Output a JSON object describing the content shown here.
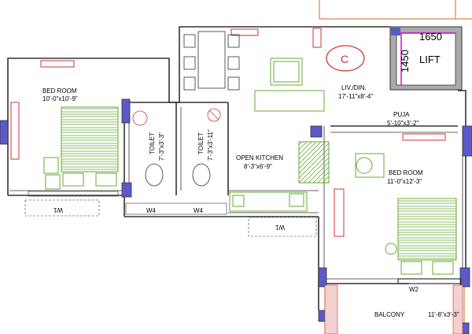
{
  "rooms": {
    "bed_room_1": {
      "name": "BED ROOM",
      "size": "10'-0\"x10'-9\""
    },
    "toilet_1": {
      "name": "TOILET",
      "size": "7'-3\"x3'-3\""
    },
    "toilet_2": {
      "name": "TOILET",
      "size": "7'-3\"x3'-11\""
    },
    "open_kitchen": {
      "name": "OPEN KITCHEN",
      "size": "8'-3\"x6'-9\""
    },
    "liv_din": {
      "name": "LIV./DIN.",
      "size": "17'-11\"x8'-4\""
    },
    "puja": {
      "name": "PUJA",
      "size": "5'-10\"x3'-2\""
    },
    "bed_room_2": {
      "name": "BED ROOM",
      "size": "11'-0\"x12'-3\""
    },
    "balcony": {
      "name": "BALCONY",
      "size": "11'-8\"x3'-3\""
    },
    "lift": {
      "name": "LIFT",
      "width": "1650",
      "height": "1450"
    }
  },
  "marker": "C",
  "windows": {
    "w1_left": "W1",
    "w1_kitchen": "W1",
    "w4_a": "W4",
    "w4_b": "W4",
    "w2": "W2"
  },
  "colors": {
    "wall": "#333333",
    "furniture": "#66aa33",
    "fixture": "#cc3333",
    "lift": "#cc00cc",
    "column": "#5a5ac8",
    "outline": "#d2691e"
  }
}
